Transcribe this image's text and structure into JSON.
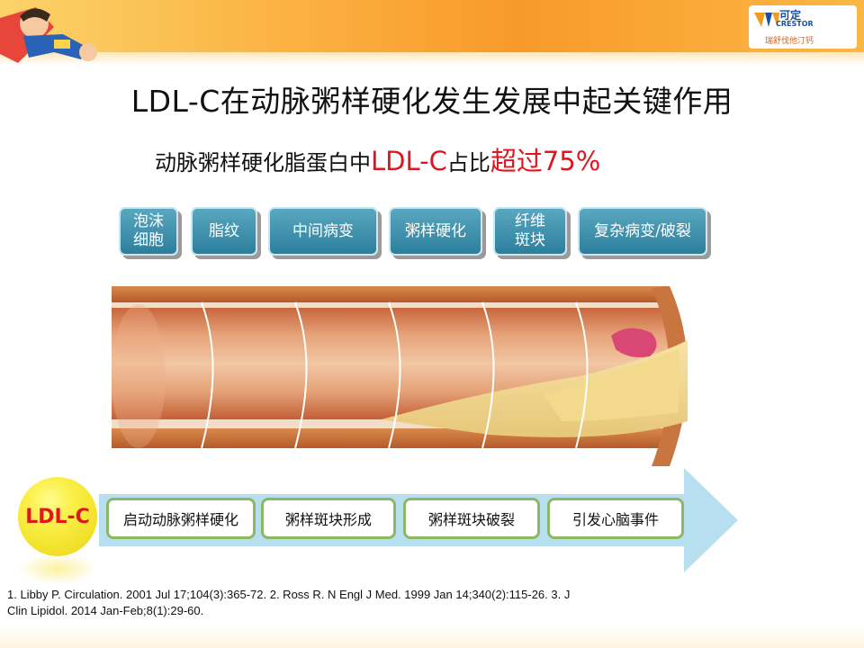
{
  "header": {
    "logo_cn": "可定",
    "logo_en": "CRESTOR",
    "logo_tagline": "瑞舒伐他汀钙"
  },
  "title": "LDL-C在动脉粥样硬化发生发展中起关键作用",
  "subtitle": {
    "prefix": "动脉粥样硬化脂蛋白中",
    "highlight_term": "LDL-C",
    "middle": "占比",
    "highlight_value": "超过75%"
  },
  "stages": [
    {
      "line1": "泡沫",
      "line2": "细胞"
    },
    {
      "line1": "脂纹",
      "line2": ""
    },
    {
      "line1": "中间病变",
      "line2": ""
    },
    {
      "line1": "粥样硬化",
      "line2": ""
    },
    {
      "line1": "纤维",
      "line2": "斑块"
    },
    {
      "line1": "复杂病变/破裂",
      "line2": ""
    }
  ],
  "ldl_label": "LDL-C",
  "process_steps": [
    "启动动脉粥样硬化",
    "粥样斑块形成",
    "粥样斑块破裂",
    "引发心脑事件"
  ],
  "references": "1. Libby P. Circulation. 2001 Jul 17;104(3):365-72.  2. Ross R. N Engl J Med. 1999 Jan 14;340(2):115-26.  3. J Clin Lipidol. 2014 Jan-Feb;8(1):29-60.",
  "colors": {
    "stage_blue": "#3a8fab",
    "highlight_red": "#e0161f",
    "arrow_blue": "#b8dff0",
    "step_border_green": "#8cb765",
    "ldl_yellow": "#f2e12a"
  }
}
